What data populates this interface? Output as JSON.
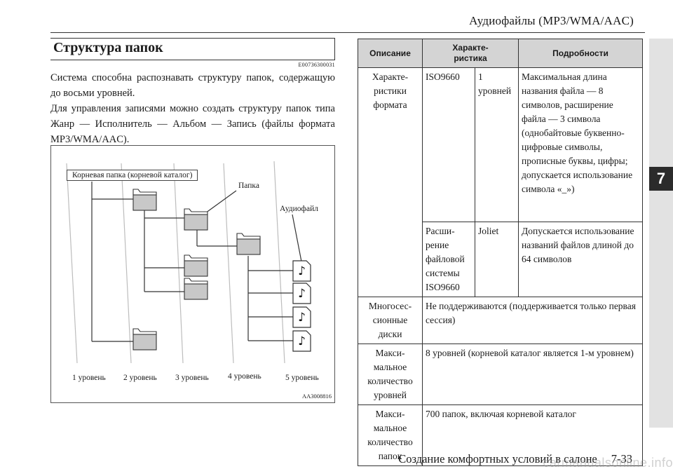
{
  "header": {
    "title": "Аудиофайлы (MP3/WMA/AAC)"
  },
  "side_tab": {
    "chapter": "7"
  },
  "section": {
    "title": "Структура папок",
    "code": "E00736300031",
    "paragraph1": "Система способна распознавать структуру папок, содержащую до восьми уровней.",
    "paragraph2": "Для управления записями можно создать структуру папок типа Жанр — Исполнитель — Альбом — Запись (файлы формата MP3/WMA/AAC)."
  },
  "figure": {
    "root_label": "Корневая папка (корневой каталог)",
    "folder_label": "Папка",
    "file_label": "Аудиофайл",
    "levels": [
      "1 уровень",
      "2 уровень",
      "3 уровень",
      "4 уровень",
      "5 уровень"
    ],
    "code": "AA3008816",
    "icons": {
      "folder": "folder-icon",
      "audio_file": "music-note-file-icon"
    }
  },
  "table": {
    "headers": [
      "Описание",
      "Характе-\nристика",
      "Подробности"
    ],
    "rows": [
      {
        "desc": "Характе-\nристики\nформата",
        "sub": "ISO9660",
        "sub2": "1\nуровней",
        "detail": "Максимальная длина названия файла — 8 символов, расширение файла — 3 символа (однобайтовые буквенно-цифровые символы, прописные буквы, цифры; допускается использование символа «_»)"
      },
      {
        "sub": "Расши-\nрение\nфайловой\nсистемы\nISO9660",
        "sub2": "Joliet",
        "detail": "Допускается использование названий файлов длиной до 64 символов"
      },
      {
        "desc": "Многосес-\nсионные\nдиски",
        "detail": "Не поддерживаются (поддерживается только первая сессия)"
      },
      {
        "desc": "Макси-\nмальное\nколичество\nуровней",
        "detail": "8 уровней (корневой каталог является 1-м уровнем)"
      },
      {
        "desc": "Макси-\nмальное\nколичество\nпапок",
        "detail": "700 папок, включая корневой каталог"
      }
    ]
  },
  "footer": {
    "text": "Создание комфортных условий в салоне",
    "page": "7-33"
  },
  "watermark": "carmanualsonline.info",
  "colors": {
    "tab": "#2b2b2b",
    "band": "#e2e2e2",
    "table_header": "#d4d4d4",
    "folder_fill": "#c8c8c8"
  }
}
